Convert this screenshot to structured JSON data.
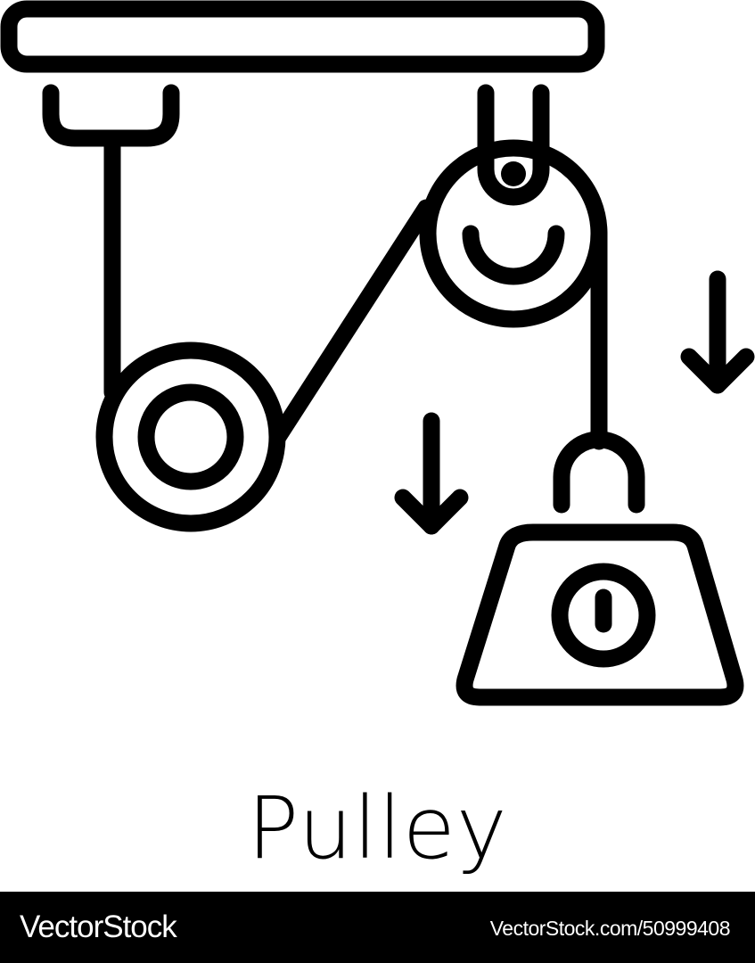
{
  "illustration": {
    "subject": "pulley",
    "style": "line-icon",
    "stroke_color": "#000000",
    "background_color": "#ffffff",
    "elements": [
      "ceiling-beam",
      "left-bracket",
      "left-rope",
      "lower-pulley-wheel",
      "diagonal-rope",
      "upper-pulley-wheel",
      "upper-pulley-bracket",
      "right-rope",
      "weight-hook",
      "weight-block",
      "down-arrow-left",
      "down-arrow-right"
    ]
  },
  "caption": {
    "title": "Pulley"
  },
  "footer": {
    "brand": "VectorStock",
    "reference": "VectorStock.com/50999408",
    "background_color": "#000000",
    "text_color": "#ffffff"
  }
}
